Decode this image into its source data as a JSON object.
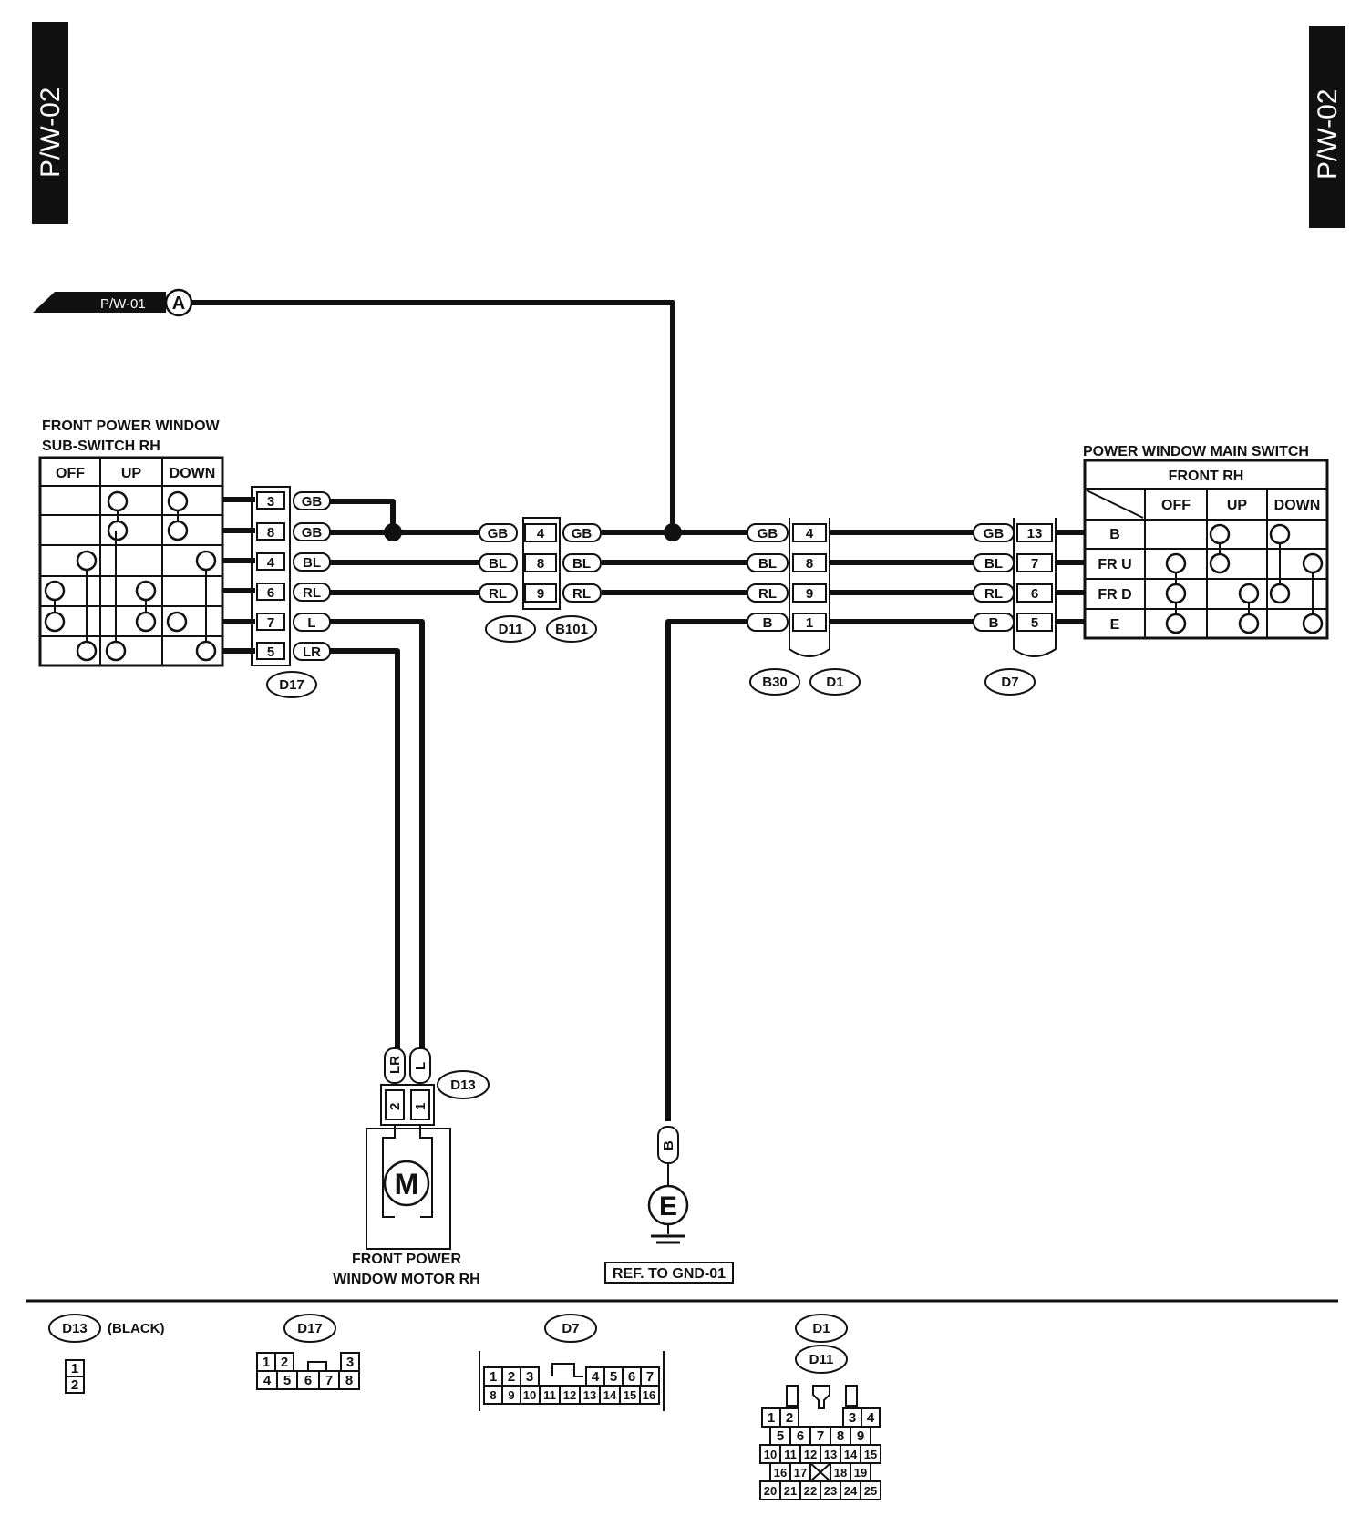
{
  "page_tab": "P/W-02",
  "incoming_ref": {
    "page": "P/W-01",
    "node": "A"
  },
  "sub_switch": {
    "title_line1": "FRONT POWER WINDOW",
    "title_line2": "SUB-SWITCH RH",
    "columns": [
      "OFF",
      "UP",
      "DOWN"
    ]
  },
  "main_switch": {
    "title": "POWER WINDOW MAIN SWITCH",
    "header": "FRONT RH",
    "columns": [
      "OFF",
      "UP",
      "DOWN"
    ],
    "rows": [
      "B",
      "FR U",
      "FR D",
      "E"
    ]
  },
  "d17_pins": [
    {
      "pin": "3",
      "wire": "GB"
    },
    {
      "pin": "8",
      "wire": "GB"
    },
    {
      "pin": "4",
      "wire": "BL"
    },
    {
      "pin": "6",
      "wire": "RL"
    },
    {
      "pin": "7",
      "wire": "L"
    },
    {
      "pin": "5",
      "wire": "LR"
    }
  ],
  "d11_b101": {
    "left_wires": [
      "GB",
      "BL",
      "RL"
    ],
    "pins": [
      "4",
      "8",
      "9"
    ],
    "right_wires": [
      "GB",
      "BL",
      "RL"
    ]
  },
  "b30_d1": {
    "wires": [
      "GB",
      "BL",
      "RL",
      "B"
    ],
    "pins": [
      "4",
      "8",
      "9",
      "1"
    ]
  },
  "d7": {
    "wires": [
      "GB",
      "BL",
      "RL",
      "B"
    ],
    "pins": [
      "13",
      "7",
      "6",
      "5"
    ]
  },
  "connectors": {
    "d17": "D17",
    "d11": "D11",
    "b101": "B101",
    "b30": "B30",
    "d1": "D1",
    "d7": "D7",
    "d13": "D13"
  },
  "motor": {
    "wires": [
      "LR",
      "L"
    ],
    "pins": [
      "2",
      "1"
    ],
    "symbol": "M",
    "name_line1": "FRONT POWER",
    "name_line2": "WINDOW MOTOR RH"
  },
  "ground": {
    "wire": "B",
    "symbol": "E",
    "ref": "REF. TO GND-01"
  },
  "legend": {
    "d13": {
      "label": "D13",
      "note": "(BLACK)",
      "pins": [
        "1",
        "2"
      ]
    },
    "d17": {
      "label": "D17",
      "row1": [
        "1",
        "2",
        "3"
      ],
      "row2": [
        "4",
        "5",
        "6",
        "7",
        "8"
      ]
    },
    "d7": {
      "label": "D7",
      "row1": [
        "1",
        "2",
        "3",
        "4",
        "5",
        "6",
        "7"
      ],
      "row2": [
        "8",
        "9",
        "10",
        "11",
        "12",
        "13",
        "14",
        "15",
        "16"
      ]
    },
    "d1_d11": {
      "labels": [
        "D1",
        "D11"
      ],
      "row1": [
        "1",
        "2",
        "3",
        "4"
      ],
      "row2": [
        "5",
        "6",
        "7",
        "8",
        "9"
      ],
      "row3": [
        "10",
        "11",
        "12",
        "13",
        "14",
        "15"
      ],
      "row4": [
        "16",
        "17",
        "18",
        "19"
      ],
      "row5": [
        "20",
        "21",
        "22",
        "23",
        "24",
        "25"
      ]
    }
  }
}
